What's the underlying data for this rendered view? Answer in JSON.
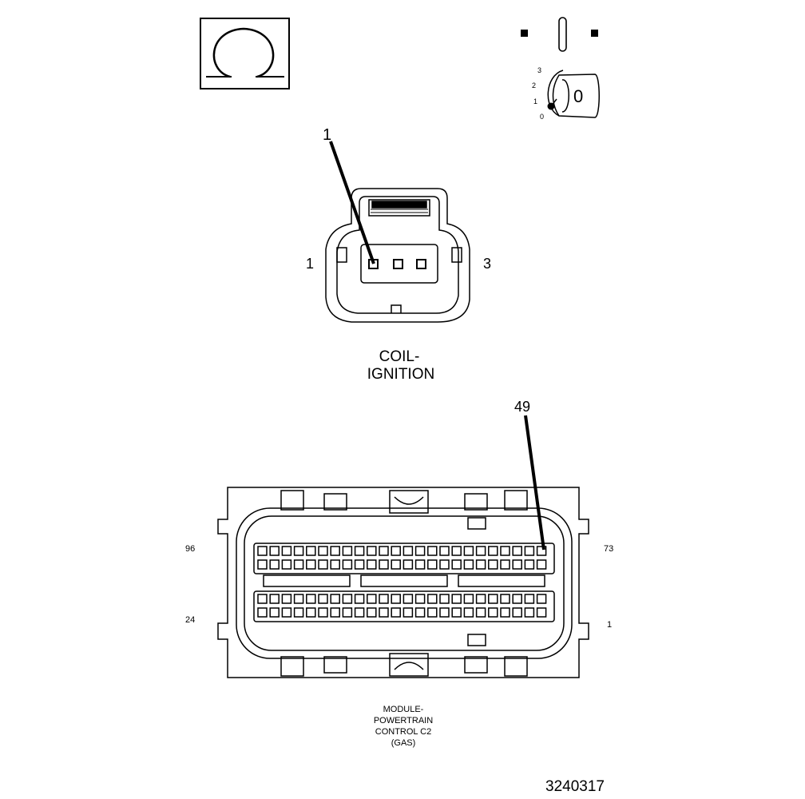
{
  "coil_connector": {
    "callout": "1",
    "left_pin_label": "1",
    "right_pin_label": "3",
    "name_line1": "COIL-",
    "name_line2": "IGNITION"
  },
  "ignition_key": {
    "scale_labels": [
      "3",
      "2",
      "1",
      "0"
    ],
    "key_glyph": "0"
  },
  "pcm_connector": {
    "callout": "49",
    "label_top_left": "96",
    "label_top_right": "73",
    "label_bottom_left": "24",
    "label_bottom_right": "1",
    "name_line1": "MODULE-",
    "name_line2": "POWERTRAIN",
    "name_line3": "CONTROL C2",
    "name_line4": "(GAS)",
    "pins_per_row": 24
  },
  "icons": {
    "resistance_symbol": "omega-resistance-icon",
    "ignition": "ignition-key-icon"
  },
  "figure_number": "3240317"
}
